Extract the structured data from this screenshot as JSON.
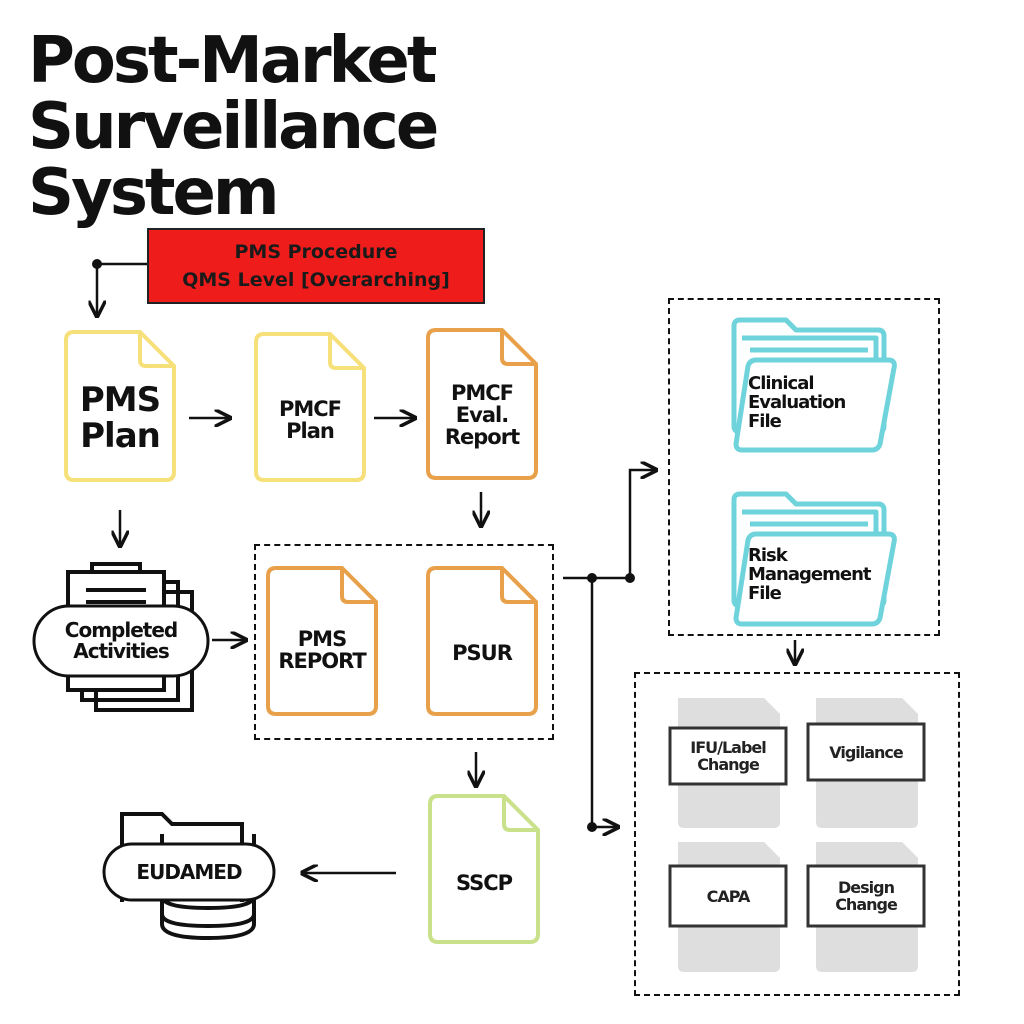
{
  "title": {
    "lines": [
      "Post-Market",
      "Surveillance",
      "System"
    ]
  },
  "procedure": {
    "line1": "PMS Procedure",
    "line2": "QMS Level [Overarching]",
    "color": "#ef1c1c"
  },
  "documents": {
    "pms_plan": {
      "lines": [
        "PMS",
        "Plan"
      ],
      "color": "#f5e07a"
    },
    "pmcf_plan": {
      "lines": [
        "PMCF",
        "Plan"
      ],
      "color": "#f5e07a"
    },
    "pmcf_eval": {
      "lines": [
        "PMCF",
        "Eval.",
        "Report"
      ],
      "color": "#e8a14a"
    },
    "pms_report": {
      "lines": [
        "PMS",
        "REPORT"
      ],
      "color": "#e8a14a"
    },
    "psur": {
      "lines": [
        "PSUR"
      ],
      "color": "#e8a14a"
    },
    "sscp": {
      "lines": [
        "SSCP"
      ],
      "color": "#c9e18a"
    }
  },
  "completed_activities": {
    "lines": [
      "Completed",
      "Activities"
    ]
  },
  "eudamed": {
    "label": "EUDAMED"
  },
  "files": {
    "clinical_evaluation": {
      "lines": [
        "Clinical",
        "Evaluation",
        "File"
      ],
      "color": "#6fd3dc"
    },
    "risk_management": {
      "lines": [
        "Risk",
        "Management",
        "File"
      ],
      "color": "#6fd3dc"
    }
  },
  "actions": {
    "ifu_label": "IFU/Label\nChange",
    "vigilance": "Vigilance",
    "capa": "CAPA",
    "design_change": "Design\nChange"
  }
}
